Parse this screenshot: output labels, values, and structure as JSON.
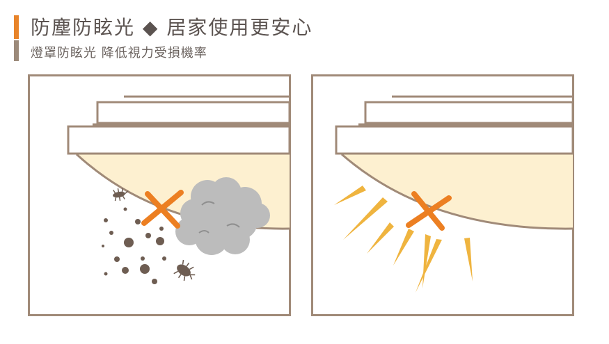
{
  "header": {
    "title": "防塵防眩光 ◆ 居家使用更安心",
    "subtitle": "燈罩防眩光  降低視力受損機率"
  },
  "colors": {
    "accent_orange": "#e8842a",
    "accent_brown": "#9c8a7a",
    "frame": "#a08a78",
    "lamp_glow": "#fdf0d0",
    "cross": "#ec7f22",
    "glare": "#efb43f",
    "dust_cloud": "#bcbcbc",
    "particles": "#6e5d52"
  },
  "panels": [
    {
      "id": "dust-protection",
      "icons": [
        "lamp-icon",
        "dust-cloud-icon",
        "bug-icon",
        "cross-icon"
      ]
    },
    {
      "id": "anti-glare",
      "icons": [
        "lamp-icon",
        "glare-rays-icon",
        "cross-icon"
      ]
    }
  ]
}
